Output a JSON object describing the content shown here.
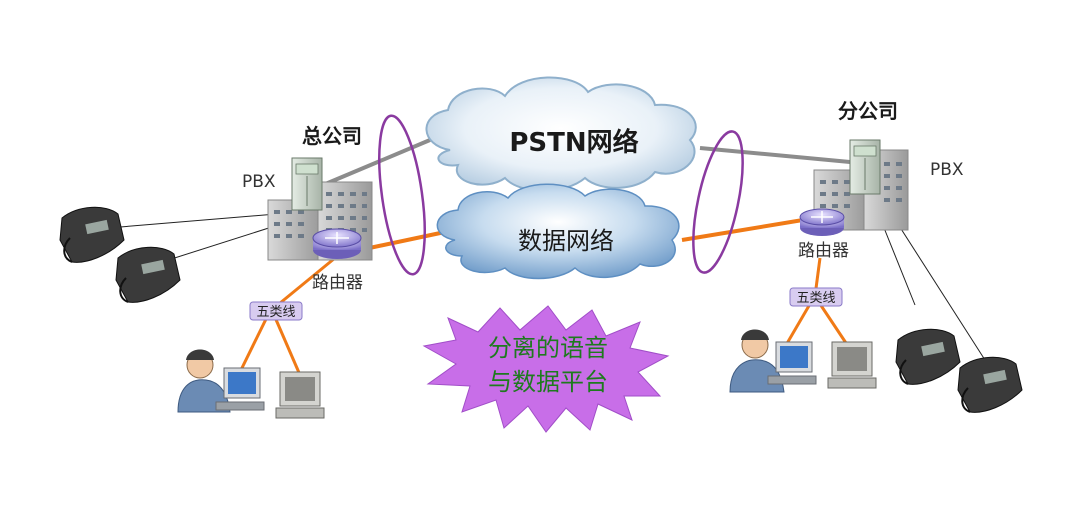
{
  "diagram": {
    "hq_label": "总公司",
    "branch_label": "分公司",
    "pbx_left": "PBX",
    "pbx_right": "PBX",
    "pstn_label": "PSTN网络",
    "data_network_label": "数据网络",
    "router_left": "路由器",
    "router_right": "路由器",
    "cable_left": "五类线",
    "cable_right": "五类线",
    "starburst_line1": "分离的语音",
    "starburst_line2": "与数据平台"
  },
  "colors": {
    "orange_link": "#f07a16",
    "gray_link": "#8c8c8c",
    "purple_ellipse": "#8a3aa0",
    "pstn_cloud": "#d8e6f2",
    "data_cloud": "#9fc3e6",
    "starburst": "#c86ee8",
    "starburst_text": "#1e7a1e"
  }
}
